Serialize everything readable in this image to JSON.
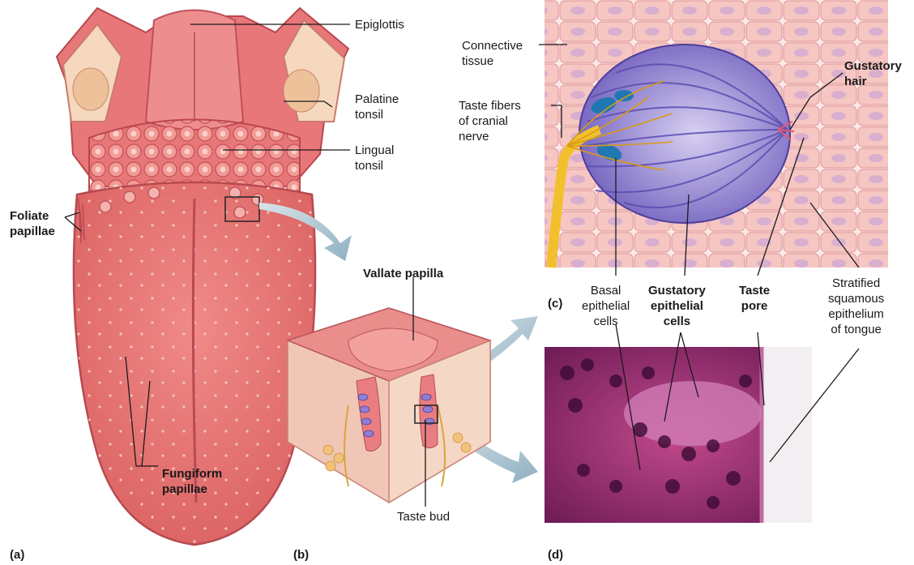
{
  "colors": {
    "tongue": "#e77a7a",
    "tongue_dark": "#cc5a5f",
    "tongue_light": "#f4a6a3",
    "tonsil_tissue": "#f2d3b2",
    "cell_purple": "#8c7ad0",
    "basal_blue": "#1f78b4",
    "nerve_yellow": "#f1c02c",
    "micrograph_magenta": "#a0256e",
    "arrow": "#a9c3d1"
  },
  "labels": {
    "epiglottis": "Epiglottis",
    "palatine_tonsil": "Palatine\ntonsil",
    "lingual_tonsil": "Lingual\ntonsil",
    "foliate_papillae": "Foliate\npapillae",
    "fungiform_papillae": "Fungiform\npapillae",
    "vallate_papilla": "Vallate papilla",
    "taste_bud": "Taste bud",
    "connective_tissue": "Connective\ntissue",
    "taste_fibers": "Taste fibers\nof cranial\nnerve",
    "gustatory_hair": "Gustatory\nhair",
    "basal_cells": "Basal\nepithelial\ncells",
    "gustatory_cells": "Gustatory\nepithelial\ncells",
    "taste_pore": "Taste\npore",
    "stratified": "Stratified\nsquamous\nepithelium\nof tongue"
  },
  "panels": {
    "a": "(a)",
    "b": "(b)",
    "c": "(c)",
    "d": "(d)"
  }
}
